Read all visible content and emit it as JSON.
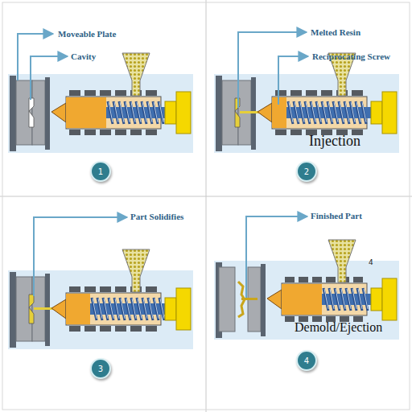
{
  "diagram": {
    "nodes": [
      {
        "text": [
          "1"
        ]
      },
      {
        "text": [
          "2"
        ]
      },
      {
        "text": [
          "3"
        ]
      },
      {
        "text": [
          "4"
        ]
      }
    ],
    "labels": [
      "Moveable Plate",
      "Cavity",
      "Melted Resin",
      "Reciprocating Screw",
      "Injection",
      "Part Solidifies",
      "Finished Part",
      "4",
      "Demold/Ejection"
    ]
  }
}
